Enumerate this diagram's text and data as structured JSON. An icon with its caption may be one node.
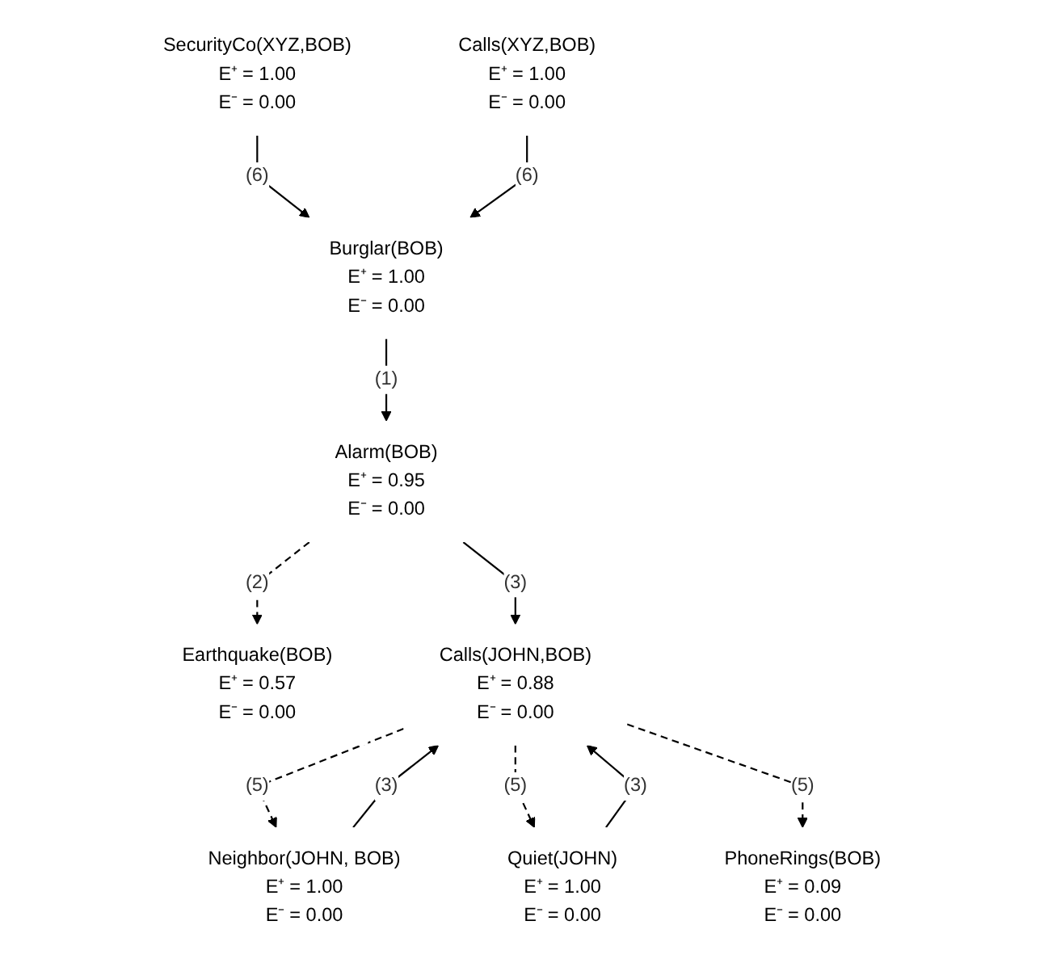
{
  "diagram": {
    "nodes": [
      {
        "text": [
          "SecurityCo(XYZ,BOB)",
          "E⁺ = 1.00",
          "E⁻ = 0.00"
        ]
      },
      {
        "text": [
          "Calls(XYZ,BOB)",
          "E⁺ = 1.00",
          "E⁻ = 0.00"
        ]
      },
      {
        "text": [
          "Burglar(BOB)",
          "E⁺ = 1.00",
          "E⁻ = 0.00"
        ]
      },
      {
        "text": [
          "Neighbor(JOHN, BOB)",
          "E⁺ = 1.00",
          "E⁻ = 0.00"
        ]
      },
      {
        "text": [
          "Alarm(BOB)",
          "E⁺ = 0.95",
          "E⁻ = 0.00"
        ]
      },
      {
        "text": [
          "Quiet(JOHN)",
          "E⁺ = 1.00",
          "E⁻ = 0.00"
        ]
      },
      {
        "text": [
          "Earthquake(BOB)",
          "E⁺ = 0.57",
          "E⁻ = 0.00"
        ]
      },
      {
        "text": [
          "Calls(JOHN,BOB)",
          "E⁺ = 0.88",
          "E⁻ = 0.00"
        ]
      },
      {
        "text": [
          "PhoneRings(BOB)",
          "E⁺ = 0.09",
          "E⁻ = 0.00"
        ]
      }
    ],
    "edges": [
      {
        "from": 0,
        "to": 2,
        "arrow": "to",
        "label": "(6)"
      },
      {
        "from": 1,
        "to": 2,
        "arrow": "to",
        "label": "(6)"
      },
      {
        "from": 2,
        "to": 4,
        "arrow": "to",
        "label": "(1)"
      },
      {
        "from": 4,
        "to": 6,
        "arrow": "to",
        "label": "(2)",
        "style": "dashed"
      },
      {
        "from": 4,
        "to": 7,
        "arrow": "to",
        "label": "(3)"
      },
      {
        "from": 3,
        "to": 7,
        "arrow": "to",
        "label": "(3)"
      },
      {
        "from": 7,
        "to": 3,
        "arrow": "to",
        "label": "(5)",
        "style": "dashed"
      },
      {
        "from": 5,
        "to": 7,
        "arrow": "to",
        "label": "(3)"
      },
      {
        "from": 7,
        "to": 5,
        "arrow": "to",
        "label": "(5)",
        "style": "dashed"
      },
      {
        "from": 7,
        "to": 8,
        "arrow": "to",
        "label": "(5)",
        "style": "dashed"
      }
    ]
  }
}
